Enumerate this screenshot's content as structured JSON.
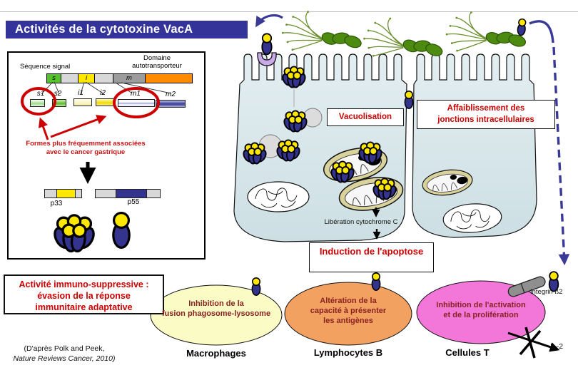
{
  "title": "Activités de la cytotoxine VacA",
  "domain_box": {
    "sequence_signal_label": "Séquence signal",
    "autotransporter_line1": "Domaine",
    "autotransporter_line2": "autotransporteur",
    "segment_s": "s",
    "segment_i": "i",
    "segment_m": "m",
    "variant_s1": "s1",
    "variant_s2": "s2",
    "variant_i1": "i1",
    "variant_i2": "i2",
    "variant_m1": "m1",
    "variant_m2": "m2",
    "cancer_note_line1": "Formes plus fréquemment associées",
    "cancer_note_line2": "avec le cancer gastrique",
    "p33_label": "p33",
    "p55_label": "p55"
  },
  "effects": {
    "vacuolisation": "Vacuolisation",
    "junctions_line1": "Affaiblissement des",
    "junctions_line2": "jonctions intracellulaires",
    "cytochrome_release": "Libération cytochrome C",
    "apoptosis": "Induction de l'apoptose"
  },
  "immune": {
    "box_line1": "Activité immuno-suppressive :",
    "box_line2": "évasion de la réponse",
    "box_line3": "immunitaire adaptative",
    "macrophage_oval_line1": "Inhibition de la",
    "macrophage_oval_line2": "fusion phagosome-lysosome",
    "lymphocyteb_oval_line1": "Altération de la",
    "lymphocyteb_oval_line2": "capacité à présenter",
    "lymphocyteb_oval_line3": "les antigènes",
    "tcell_oval_line1": "Inhibition de l'activation",
    "tcell_oval_line2": "et de la prolifération",
    "macrophages_label": "Macrophages",
    "lymphocytes_label": "Lymphocytes B",
    "tcells_label": "Cellules T",
    "integrin_label": "Integrin ß2",
    "il2_label": "IL-2"
  },
  "citation": {
    "line1": "(D'après Polk and Peek,",
    "line2": "Nature Reviews Cancer, 2010)"
  },
  "colors": {
    "title_bg": "#333399",
    "accent_red": "#cc0000",
    "oval_text": "#8b2222",
    "toxin_yellow": "#ffe700",
    "toxin_navy": "#34348e",
    "segment_green": "#55c22e",
    "segment_yellow": "#ffe800",
    "segment_gray": "#d8d8d8",
    "segment_darkgray": "#9c9c9c",
    "autotransporter_orange": "#ff8c00",
    "cell_fill": "#d9e8ec",
    "macrophage_oval": "#fbfbc6",
    "lymphocyteb_oval": "#f2a160",
    "tcell_oval": "#f277d8"
  }
}
